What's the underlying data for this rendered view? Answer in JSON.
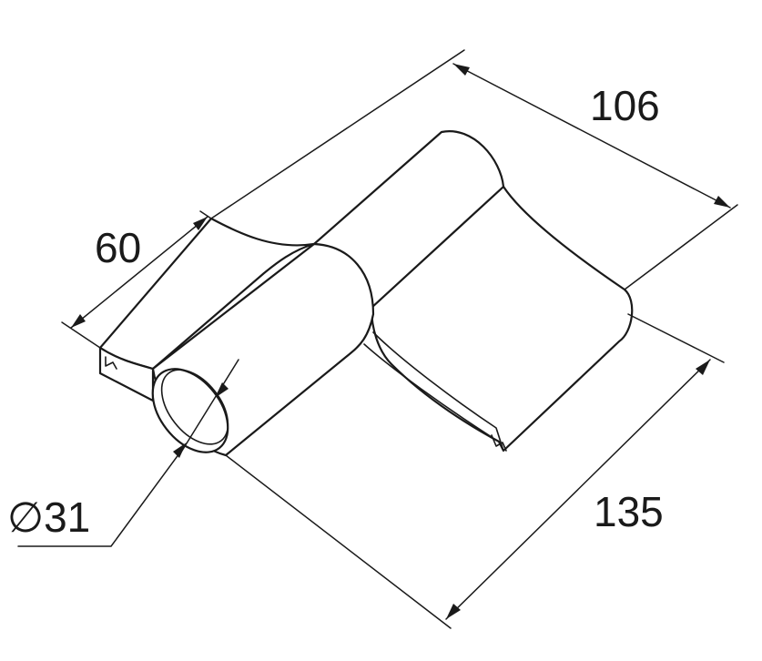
{
  "dimensions": {
    "width_label": "106",
    "length_label": "135",
    "height_label": "60",
    "diameter_label": "∅31"
  },
  "colors": {
    "line": "#1a1a1a",
    "background": "#ffffff"
  }
}
